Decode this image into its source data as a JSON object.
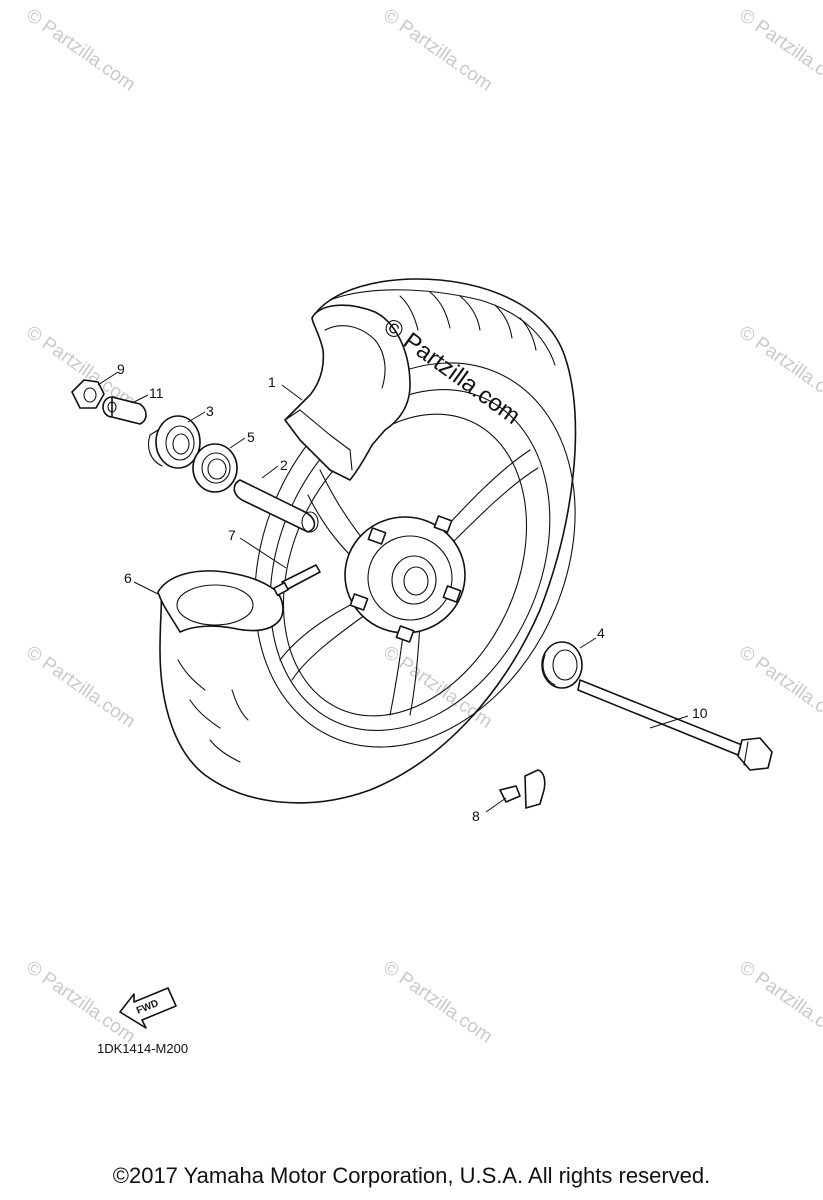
{
  "watermark": {
    "text": "© Partzilla.com",
    "prominent_text": "© Partzilla.com"
  },
  "callouts": {
    "p1": "1",
    "p2": "2",
    "p3": "3",
    "p4": "4",
    "p5": "5",
    "p6": "6",
    "p7": "7",
    "p8": "8",
    "p9": "9",
    "p10": "10",
    "p11": "11"
  },
  "fwd_label": "FWD",
  "diagram_code": "1DK1414-M200",
  "copyright": "©2017  Yamaha Motor Corporation, U.S.A. All rights reserved."
}
